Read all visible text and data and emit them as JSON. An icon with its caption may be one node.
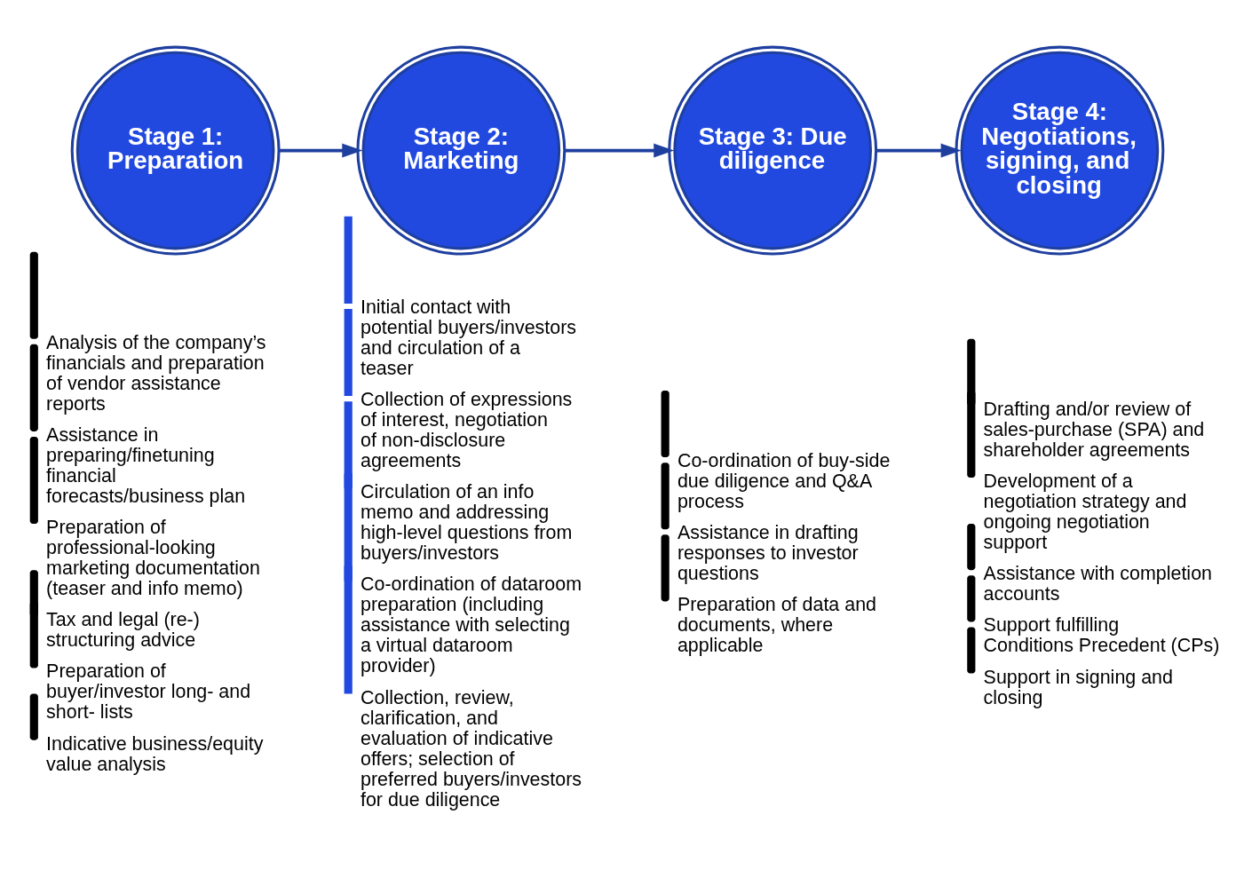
{
  "diagram": {
    "nodes": [
      {
        "text": [
          "Stage 1: Preparation"
        ],
        "beside": [
          "Analysis of the company’s financials and preparation of vendor assistance reports",
          "Assistance in preparing/finetuning financial forecasts/business plan",
          "Preparation of professional-looking marketing documentation (teaser and info memo)",
          "Tax and legal (re-) structuring advice",
          "Preparation of buyer/investor long- and short- lists",
          "Indicative business/equity value analysis"
        ]
      },
      {
        "text": [
          "Stage 2: Marketing"
        ],
        "beside": [
          "Initial contact with potential buyers/investors and circulation of a teaser",
          "Collection of expressions of interest, negotiation of non-disclosure agreements",
          "Circulation of an info memo and addressing high-level questions from buyers/investors",
          "Co-ordination of dataroom preparation (including assistance with selecting a virtual dataroom provider)",
          "Collection, review, clarification, and evaluation of indicative offers; selection of preferred buyers/investors for due diligence"
        ]
      },
      {
        "text": [
          "Stage 3: Due diligence"
        ],
        "beside": [
          "Co-ordination of buy-side due diligence and Q&A process",
          "Assistance in drafting responses to investor questions",
          "Preparation of data and documents, where applicable"
        ]
      },
      {
        "text": [
          "Stage 4: Negotiations, signing, and closing"
        ],
        "beside": [
          "Drafting and/or review of sales-purchase (SPA) and shareholder agreements",
          "Development of a negotiation strategy and ongoing negotiation support",
          "Assistance with completion accounts",
          "Support fulfilling Conditions Precedent (CPs)",
          "Support in signing and closing"
        ]
      }
    ],
    "edges": [
      {
        "from": 0,
        "to": 1,
        "arrow": "to"
      },
      {
        "from": 1,
        "to": 2,
        "arrow": "to"
      },
      {
        "from": 2,
        "to": 3,
        "arrow": "to"
      }
    ]
  }
}
